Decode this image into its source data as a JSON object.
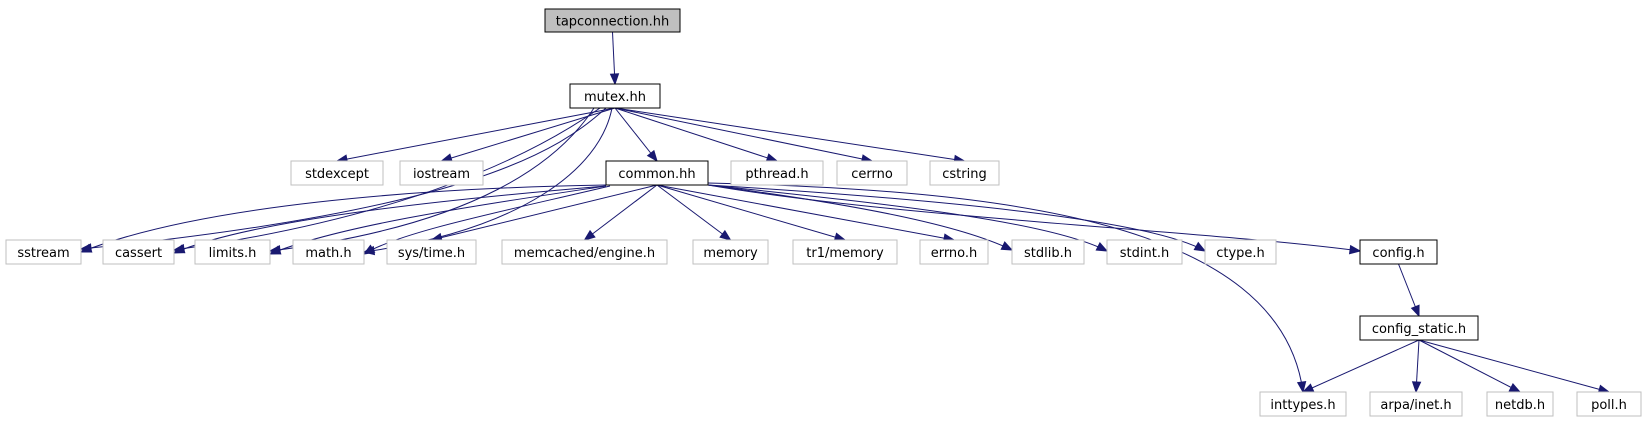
{
  "nodes": [
    {
      "id": "tapconnection",
      "label": "tapconnection.hh",
      "kind": "root"
    },
    {
      "id": "mutex",
      "label": "mutex.hh",
      "kind": "internal"
    },
    {
      "id": "stdexcept",
      "label": "stdexcept",
      "kind": "external"
    },
    {
      "id": "iostream",
      "label": "iostream",
      "kind": "external"
    },
    {
      "id": "common",
      "label": "common.hh",
      "kind": "internal"
    },
    {
      "id": "pthread",
      "label": "pthread.h",
      "kind": "external"
    },
    {
      "id": "cerrno",
      "label": "cerrno",
      "kind": "external"
    },
    {
      "id": "cstring",
      "label": "cstring",
      "kind": "external"
    },
    {
      "id": "sstream",
      "label": "sstream",
      "kind": "external"
    },
    {
      "id": "cassert",
      "label": "cassert",
      "kind": "external"
    },
    {
      "id": "limits",
      "label": "limits.h",
      "kind": "external"
    },
    {
      "id": "math",
      "label": "math.h",
      "kind": "external"
    },
    {
      "id": "systime",
      "label": "sys/time.h",
      "kind": "external"
    },
    {
      "id": "memcached",
      "label": "memcached/engine.h",
      "kind": "external"
    },
    {
      "id": "memory",
      "label": "memory",
      "kind": "external"
    },
    {
      "id": "tr1memory",
      "label": "tr1/memory",
      "kind": "external"
    },
    {
      "id": "errno",
      "label": "errno.h",
      "kind": "external"
    },
    {
      "id": "stdlib",
      "label": "stdlib.h",
      "kind": "external"
    },
    {
      "id": "stdint",
      "label": "stdint.h",
      "kind": "external"
    },
    {
      "id": "ctype",
      "label": "ctype.h",
      "kind": "external"
    },
    {
      "id": "config",
      "label": "config.h",
      "kind": "internal"
    },
    {
      "id": "config_static",
      "label": "config_static.h",
      "kind": "internal"
    },
    {
      "id": "inttypes",
      "label": "inttypes.h",
      "kind": "external"
    },
    {
      "id": "arpainet",
      "label": "arpa/inet.h",
      "kind": "external"
    },
    {
      "id": "netdb",
      "label": "netdb.h",
      "kind": "external"
    },
    {
      "id": "poll",
      "label": "poll.h",
      "kind": "external"
    }
  ],
  "edges": [
    [
      "tapconnection",
      "mutex"
    ],
    [
      "mutex",
      "stdexcept"
    ],
    [
      "mutex",
      "iostream"
    ],
    [
      "mutex",
      "common"
    ],
    [
      "mutex",
      "pthread"
    ],
    [
      "mutex",
      "cerrno"
    ],
    [
      "mutex",
      "cstring"
    ],
    [
      "mutex",
      "sstream"
    ],
    [
      "mutex",
      "cassert"
    ],
    [
      "mutex",
      "limits"
    ],
    [
      "mutex",
      "math"
    ],
    [
      "common",
      "sstream"
    ],
    [
      "common",
      "cassert"
    ],
    [
      "common",
      "limits"
    ],
    [
      "common",
      "math"
    ],
    [
      "common",
      "systime"
    ],
    [
      "common",
      "memcached"
    ],
    [
      "common",
      "memory"
    ],
    [
      "common",
      "tr1memory"
    ],
    [
      "common",
      "errno"
    ],
    [
      "common",
      "stdlib"
    ],
    [
      "common",
      "stdint"
    ],
    [
      "common",
      "ctype"
    ],
    [
      "common",
      "config"
    ],
    [
      "common",
      "inttypes"
    ],
    [
      "config",
      "config_static"
    ],
    [
      "config_static",
      "inttypes"
    ],
    [
      "config_static",
      "arpainet"
    ],
    [
      "config_static",
      "netdb"
    ],
    [
      "config_static",
      "poll"
    ]
  ]
}
